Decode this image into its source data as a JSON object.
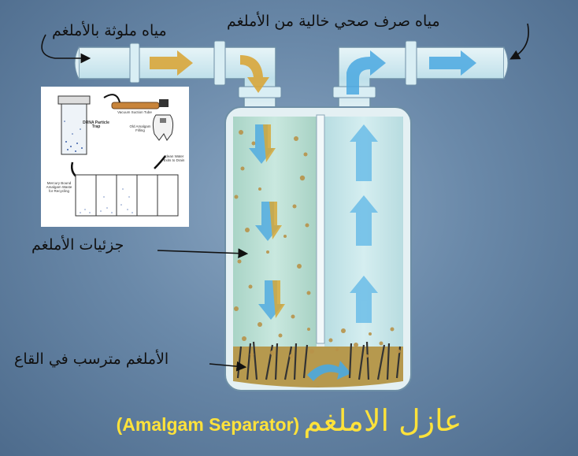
{
  "labels": {
    "inlet": "مياه ملوثة بالأملغم",
    "outlet": "مياه صرف صحي خالية من الأملغم",
    "particles": "جزئيات الأملغم",
    "settled": "الأملغم مترسب في القاع"
  },
  "title": {
    "arabic": "عازل الاملغم",
    "english": "(Amalgam Separator)",
    "color": "#ffe23a"
  },
  "inset": {
    "particle_trap": "DRNA Particle Trap",
    "suction_tube": "Vacuum Suction Tube",
    "filling": "Old Amalgam Filling",
    "waste": "Mercury Bound Amalgam Waste for Recycling",
    "clean_water": "Clean Water Exits to Drain"
  },
  "colors": {
    "water": "#bfe2dc",
    "pipe": "#cfe6ee",
    "arrow_blue": "#4aa8e0",
    "arrow_gold": "#d6a83a",
    "sediment": "#b89a4e"
  }
}
